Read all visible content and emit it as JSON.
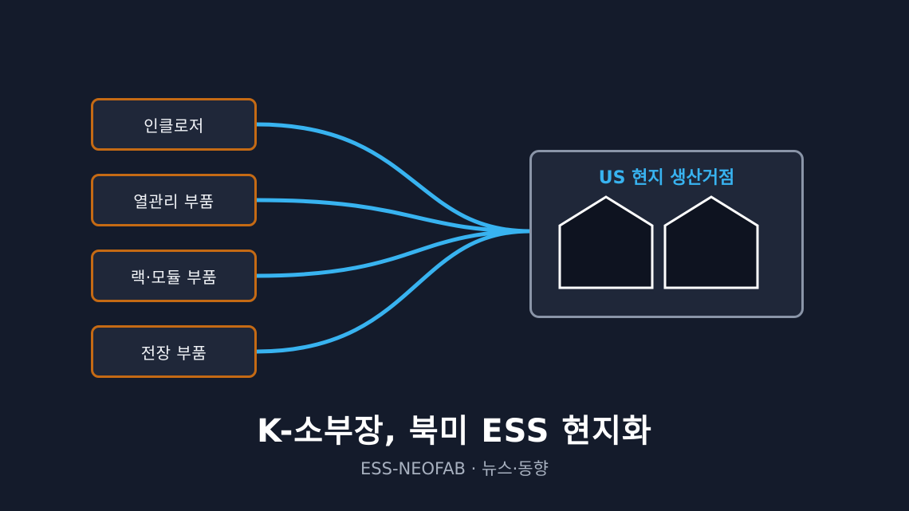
{
  "colors": {
    "background": "#141b2b",
    "source_border": "#c56a14",
    "box_fill": "#1f2739",
    "flow": "#38b3f0",
    "plant_border": "#8a95a8",
    "house_fill": "#0e1320"
  },
  "sources": [
    {
      "label": "인클로저"
    },
    {
      "label": "열관리 부품"
    },
    {
      "label": "랙·모듈 부품"
    },
    {
      "label": "전장 부품"
    }
  ],
  "plant": {
    "title": "US 현지 생산거점",
    "icon": "factory-house-icon"
  },
  "headline": "K-소부장, 북미 ESS 현지화",
  "subtitle": "ESS-NEOFAB · 뉴스·동향"
}
